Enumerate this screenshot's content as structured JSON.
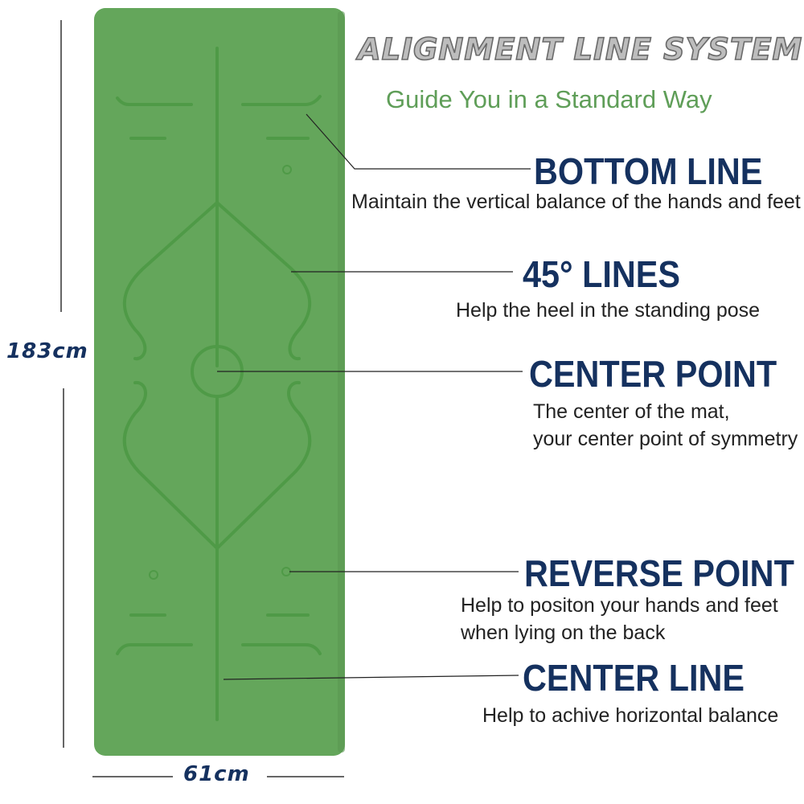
{
  "header": {
    "title": "ALIGNMENT LINE SYSTEM",
    "subtitle": "Guide You in a Standard Way"
  },
  "dimensions": {
    "height_label": "183cm",
    "width_label": "61cm"
  },
  "features": [
    {
      "title": "BOTTOM LINE",
      "desc": [
        "Maintain the vertical balance of the hands and feet"
      ]
    },
    {
      "title": "45° LINES",
      "desc": [
        "Help the heel in the standing pose"
      ]
    },
    {
      "title": "CENTER POINT",
      "desc": [
        "The center of the mat,",
        "your center point of symmetry"
      ]
    },
    {
      "title": "REVERSE POINT",
      "desc": [
        "Help to positon your hands and feet",
        "when lying on the back"
      ]
    },
    {
      "title": "CENTER LINE",
      "desc": [
        "Help to achive horizontal balance"
      ]
    }
  ],
  "colors": {
    "mat": "#64a65b",
    "mat_lines": "#4f9a47",
    "title_dark": "#15315f",
    "subtitle_green": "#5f9e58"
  }
}
